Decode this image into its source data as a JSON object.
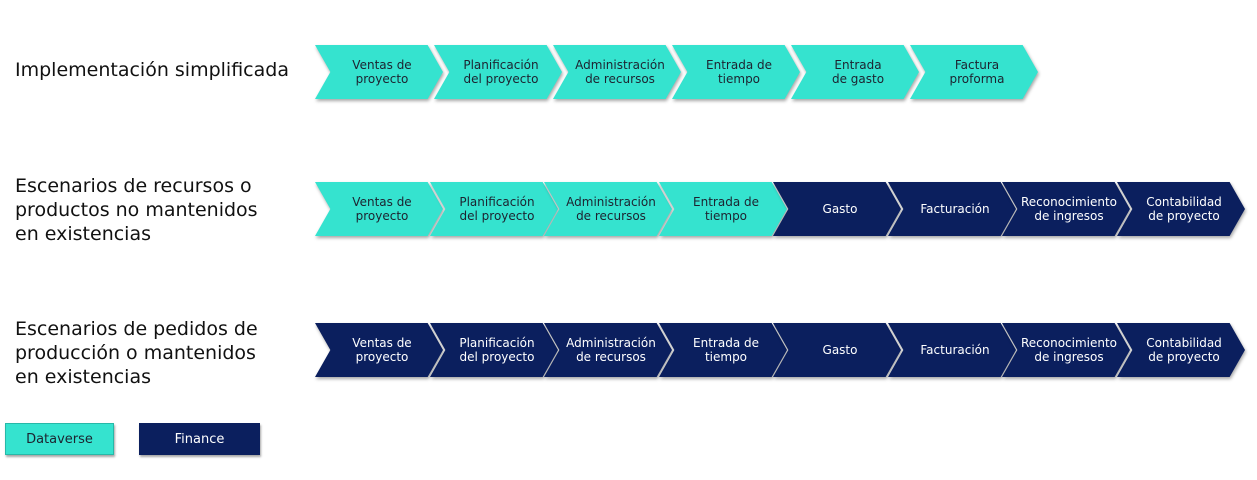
{
  "rows": [
    {
      "label": "Implementación simplificada",
      "steps": [
        {
          "text": "Ventas de\nproyecto",
          "system": "dataverse"
        },
        {
          "text": "Planificación\ndel proyecto",
          "system": "dataverse"
        },
        {
          "text": "Administración\nde recursos",
          "system": "dataverse"
        },
        {
          "text": "Entrada de\ntiempo",
          "system": "dataverse"
        },
        {
          "text": "Entrada\nde gasto",
          "system": "dataverse"
        },
        {
          "text": "Factura\nproforma",
          "system": "dataverse"
        }
      ]
    },
    {
      "label": "Escenarios de recursos o\nproductos no mantenidos\nen existencias",
      "steps": [
        {
          "text": "Ventas de\nproyecto",
          "system": "dataverse"
        },
        {
          "text": "Planificación\ndel proyecto",
          "system": "dataverse"
        },
        {
          "text": "Administración\nde recursos",
          "system": "dataverse"
        },
        {
          "text": "Entrada de\ntiempo",
          "system": "dataverse"
        },
        {
          "text": "Gasto",
          "system": "finance"
        },
        {
          "text": "Facturación",
          "system": "finance"
        },
        {
          "text": "Reconocimiento\nde ingresos",
          "system": "finance"
        },
        {
          "text": "Contabilidad\nde proyecto",
          "system": "finance"
        }
      ]
    },
    {
      "label": "Escenarios de pedidos de\nproducción o mantenidos\nen existencias",
      "steps": [
        {
          "text": "Ventas de\nproyecto",
          "system": "finance"
        },
        {
          "text": "Planificación\ndel proyecto",
          "system": "finance"
        },
        {
          "text": "Administración\nde recursos",
          "system": "finance"
        },
        {
          "text": "Entrada de\ntiempo",
          "system": "finance"
        },
        {
          "text": "Gasto",
          "system": "finance"
        },
        {
          "text": "Facturación",
          "system": "finance"
        },
        {
          "text": "Reconocimiento\nde ingresos",
          "system": "finance"
        },
        {
          "text": "Contabilidad\nde proyecto",
          "system": "finance"
        }
      ]
    }
  ],
  "legend": {
    "dataverse": "Dataverse",
    "finance": "Finance"
  },
  "colors": {
    "dataverse": "#35e3cf",
    "finance": "#0b1f5e"
  }
}
